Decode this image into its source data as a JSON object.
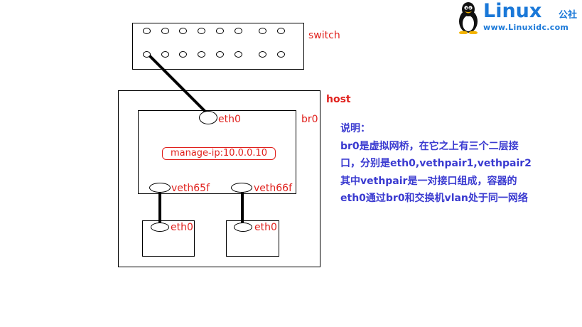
{
  "logo": {
    "brand": "Linux",
    "brand_suffix": "公社",
    "url": "www.Linuxidc.com"
  },
  "switch": {
    "label": "switch",
    "top_ports": 8,
    "bottom_ports": 8
  },
  "host": {
    "label": "host"
  },
  "bridge": {
    "label": "br0",
    "eth": "eth0",
    "manage_ip": "manage-ip:10.0.0.10",
    "veth_left": "veth65f",
    "veth_right": "veth66f"
  },
  "containers": [
    {
      "eth": "eth0"
    },
    {
      "eth": "eth0"
    }
  ],
  "note": {
    "lines": [
      "说明：",
      "br0是虚拟网桥，在它之上有三个二层接",
      "口，分别是eth0,vethpair1,vethpair2",
      "其中vethpair是一对接口组成，容器的",
      "eth0通过br0和交换机vlan处于同一网络"
    ]
  },
  "colors": {
    "label_red": "#e0201c",
    "note_blue": "#3a3ad0",
    "logo_blue": "#1a78d8"
  }
}
